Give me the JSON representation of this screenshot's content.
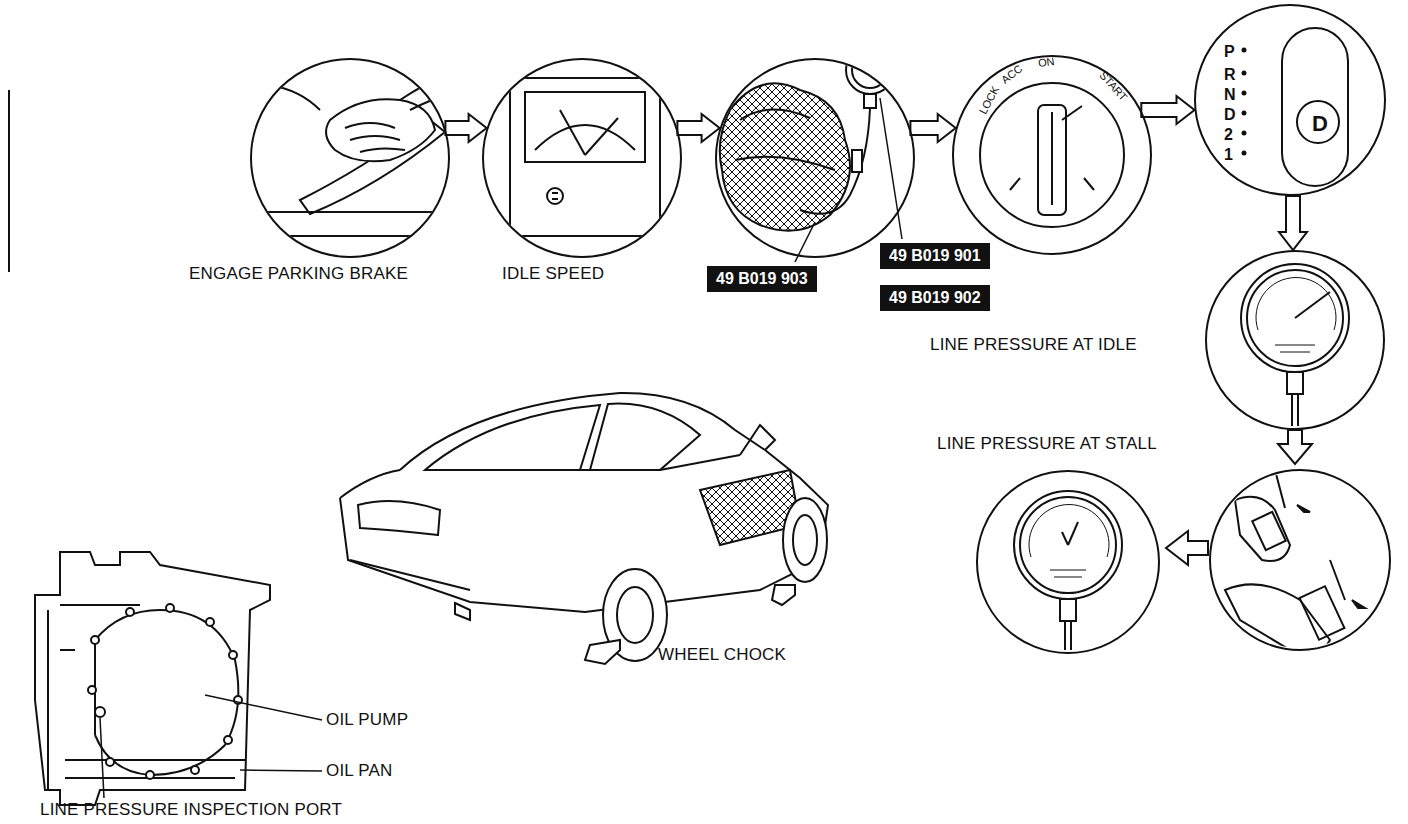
{
  "diagram": {
    "nodes": [
      {
        "text": [
          "ENGAGE PARKING BRAKE"
        ]
      },
      {
        "text": [
          "IDLE SPEED"
        ]
      },
      {
        "text": [
          "49 B019 903",
          "49 B019 901",
          "49 B019 902"
        ]
      },
      {
        "text": [
          "LOCK",
          "ACC",
          "ON",
          "START"
        ]
      },
      {
        "text": [
          "P",
          "R",
          "N",
          "D",
          "2",
          "1",
          "D"
        ]
      },
      {
        "text": [
          "LINE PRESSURE AT IDLE"
        ]
      },
      {
        "text": [
          "LINE PRESSURE AT STALL"
        ]
      }
    ],
    "edges": [
      {
        "from": 0,
        "to": 1,
        "arrow": "to"
      },
      {
        "from": 1,
        "to": 2,
        "arrow": "to"
      },
      {
        "from": 2,
        "to": 3,
        "arrow": "to"
      },
      {
        "from": 3,
        "to": 4,
        "arrow": "to"
      },
      {
        "from": 4,
        "to": 5,
        "arrow": "to"
      }
    ],
    "labels": [
      "WHEEL CHOCK",
      "OIL PUMP",
      "OIL PAN",
      "LINE PRESSURE INSPECTION PORT"
    ]
  }
}
